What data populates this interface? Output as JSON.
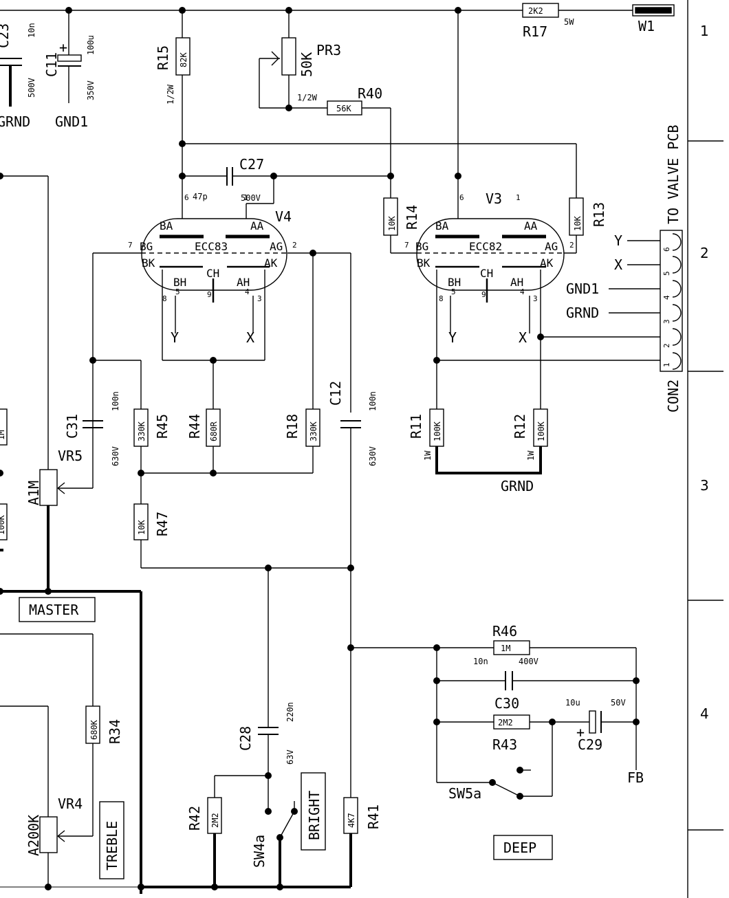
{
  "zones": [
    "1",
    "2",
    "3",
    "4"
  ],
  "grounds": {
    "grnd": "GRND",
    "gnd1": "GND1",
    "fb": "FB"
  },
  "components": {
    "C23": {
      "ref": "C23",
      "value": "10n",
      "voltage": "500V"
    },
    "C11": {
      "ref": "C11",
      "value": "100u",
      "voltage": "350V"
    },
    "R15": {
      "ref": "R15",
      "value": "82K",
      "power": "1/2W"
    },
    "PR3": {
      "ref": "PR3",
      "value": "50K"
    },
    "R40": {
      "ref": "R40",
      "value": "56K",
      "power": "1/2W"
    },
    "R17": {
      "ref": "R17",
      "value": "2K2",
      "power": "5W"
    },
    "W1": {
      "ref": "W1"
    },
    "C27": {
      "ref": "C27",
      "value": "47p",
      "voltage": "500V"
    },
    "R14": {
      "ref": "R14",
      "value": "10K"
    },
    "R13": {
      "ref": "R13",
      "value": "10K"
    },
    "C31": {
      "ref": "C31",
      "value": "100n",
      "voltage": "630V"
    },
    "VR5": {
      "ref": "VR5",
      "value": "A1M"
    },
    "R45": {
      "ref": "R45",
      "value": "330K"
    },
    "R44": {
      "ref": "R44",
      "value": "680R"
    },
    "R18": {
      "ref": "R18",
      "value": "330K"
    },
    "C12": {
      "ref": "C12",
      "value": "100n",
      "voltage": "630V"
    },
    "R11": {
      "ref": "R11",
      "value": "100K",
      "power": "1W"
    },
    "R12": {
      "ref": "R12",
      "value": "100K",
      "power": "1W"
    },
    "R47": {
      "ref": "R47",
      "value": "10K"
    },
    "R34": {
      "ref": "R34",
      "value": "680K"
    },
    "VR4": {
      "ref": "VR4",
      "value": "A200K"
    },
    "C28": {
      "ref": "C28",
      "value": "220n",
      "voltage": "63V"
    },
    "R42": {
      "ref": "R42",
      "value": "2M2"
    },
    "SW4": {
      "ref": "SW4a"
    },
    "R41": {
      "ref": "R41",
      "value": "4K7"
    },
    "R46": {
      "ref": "R46",
      "value": "1M"
    },
    "C30": {
      "ref": "C30",
      "value": "10n",
      "voltage": "400V"
    },
    "R43": {
      "ref": "R43",
      "value": "2M2"
    },
    "C29": {
      "ref": "C29",
      "value": "10u",
      "voltage": "50V"
    },
    "SW5": {
      "ref": "SW5a"
    },
    "R_left1": {
      "value": "1M"
    },
    "R_left2": {
      "value": "100K"
    }
  },
  "tubes": {
    "V4": {
      "ref": "V4",
      "type": "ECC83",
      "ba": "BA",
      "aa": "AA",
      "bg": "BG",
      "ag": "AG",
      "bk": "BK",
      "ak": "AK",
      "ch": "CH",
      "bh": "BH",
      "ah": "AH",
      "pins": {
        "ba": "6",
        "aa": "1",
        "bg": "7",
        "ag": "2",
        "bk": "8",
        "bh": "5",
        "ch": "9",
        "ah": "4",
        "ak": "3"
      },
      "heater_left": "Y",
      "heater_right": "X"
    },
    "V3": {
      "ref": "V3",
      "type": "ECC82",
      "ba": "BA",
      "aa": "AA",
      "bg": "BG",
      "ag": "AG",
      "bk": "BK",
      "ak": "AK",
      "ch": "CH",
      "bh": "BH",
      "ah": "AH",
      "pins": {
        "ba": "6",
        "aa": "1",
        "bg": "7",
        "ag": "2",
        "bk": "8",
        "bh": "5",
        "ch": "9",
        "ah": "4",
        "ak": "3"
      },
      "heater_left": "Y",
      "heater_right": "X"
    }
  },
  "connector": {
    "ref": "CON2",
    "title": "TO VALVE PCB",
    "pins": [
      "6",
      "5",
      "4",
      "3",
      "2",
      "1"
    ],
    "signals": [
      "Y",
      "X",
      "GND1",
      "GRND"
    ]
  },
  "labels": {
    "master": "MASTER",
    "treble": "TREBLE",
    "bright": "BRIGHT",
    "deep": "DEEP"
  }
}
